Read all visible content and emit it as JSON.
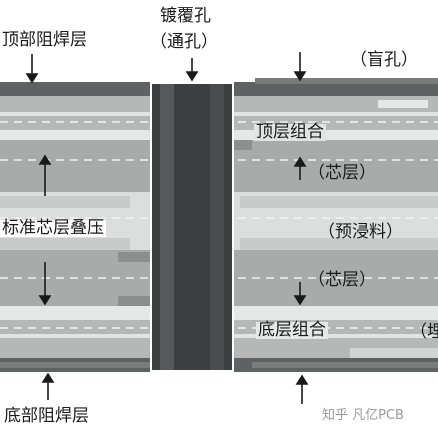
{
  "labels": {
    "top_solder_mask": "顶部阻焊层",
    "plated_hole_line1": "镀覆孔",
    "plated_hole_line2": "（通孔）",
    "blind_via": "（盲孔）",
    "top_combo": "顶层组合",
    "core_1": "（芯层）",
    "standard_core_lamination": "标准芯层叠压",
    "prepreg": "（预浸料）",
    "core_2": "（芯层）",
    "bottom_combo": "底层组合",
    "bottom_partial": "（埋",
    "bottom_solder_mask": "底部阻焊层"
  },
  "watermark": "知乎 凡亿PCB",
  "colors": {
    "copper_dark": "#5f6262",
    "laminate": "#a9aaaa",
    "gap": "#e6e7e7",
    "via_barrel": "#3c3f40",
    "outline": "#707272",
    "text": "#1a1a1a"
  }
}
